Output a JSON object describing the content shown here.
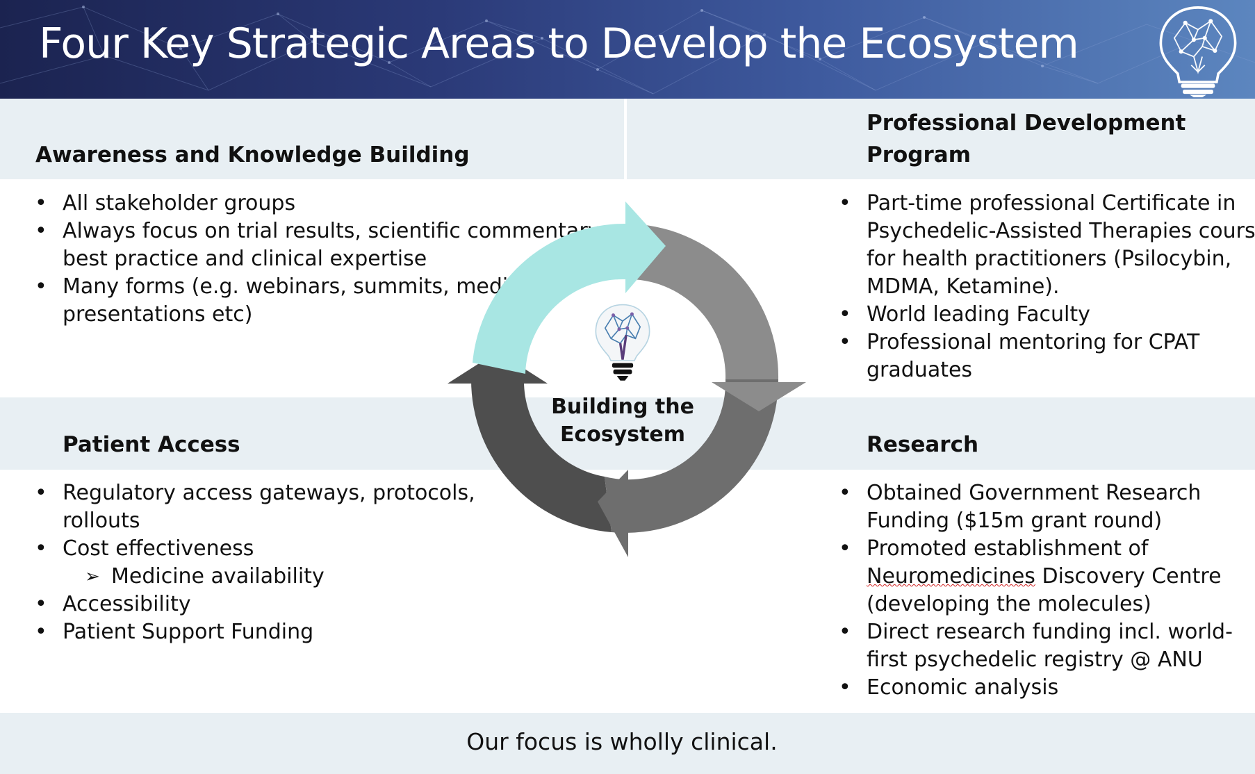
{
  "title": "Four Key Strategic Areas to Develop the Ecosystem",
  "center_label": "Building the Ecosystem",
  "colors": {
    "header_start": "#1b2350",
    "header_end": "#5c86bf",
    "band": "#e8eff3",
    "arrow_teal": "#a8e6e3",
    "arrow_light_gray": "#8c8c8c",
    "arrow_mid_gray": "#6e6e6e",
    "arrow_dark_gray": "#4e4e4e"
  },
  "icons": [
    "lightbulb-brain-logo",
    "cycle-arrows"
  ],
  "sections": {
    "awareness": {
      "heading": "Awareness and Knowledge Building",
      "items": [
        "All stakeholder groups",
        "Always focus on trial results, scientific commentary,",
        "best practice and clinical expertise",
        "Many forms (e.g. webinars, summits, media,",
        "presentations etc)"
      ]
    },
    "professional": {
      "heading_line1": "Professional Development",
      "heading_line2": "Program",
      "items": [
        "Part-time professional Certificate in",
        "Psychedelic-Assisted Therapies course",
        "for health practitioners (Psilocybin,",
        "MDMA, Ketamine).",
        "World leading Faculty",
        "Professional mentoring for CPAT",
        "graduates"
      ]
    },
    "patient": {
      "heading": "Patient Access",
      "items": [
        "Regulatory access gateways, protocols,",
        "rollouts",
        "Cost effectiveness",
        "Medicine availability",
        "Accessibility",
        "Patient Support Funding"
      ]
    },
    "research": {
      "heading": "Research",
      "items": [
        "Obtained Government Research",
        "Funding ($15m grant round)",
        "Promoted establishment of",
        "Neuromedicines",
        " Discovery Centre",
        "(developing the molecules)",
        "Direct research funding incl. world-",
        "first psychedelic registry @ ANU",
        "Economic analysis"
      ]
    }
  },
  "footer": "Our focus is wholly clinical."
}
